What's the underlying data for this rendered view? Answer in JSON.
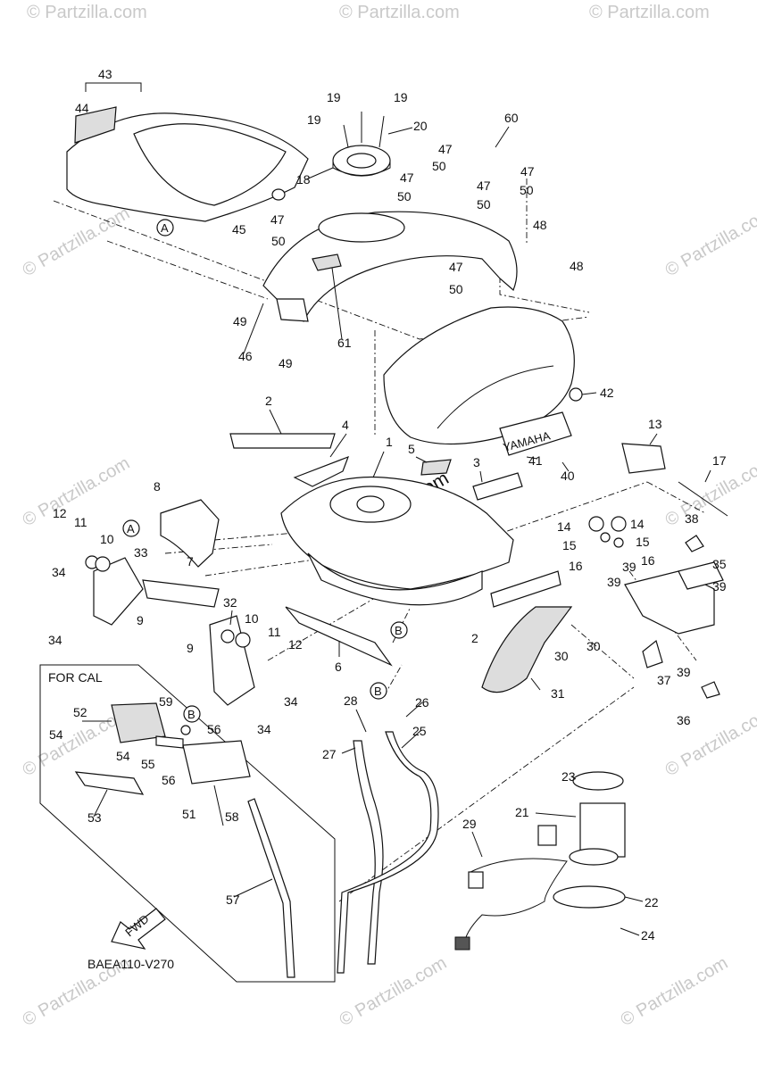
{
  "watermark": {
    "brand": "© Partzilla.com",
    "center_text": "Partzilla.com"
  },
  "cal_box": {
    "title": "FOR CAL"
  },
  "diagram_code": "BAEA110-V270",
  "fwd_arrow": {
    "text": "FWD"
  },
  "decal_text": "YAMAHA",
  "ref_markers": [
    "A",
    "B"
  ],
  "callouts": [
    "1",
    "2",
    "3",
    "4",
    "5",
    "6",
    "7",
    "8",
    "9",
    "10",
    "11",
    "12",
    "13",
    "14",
    "15",
    "16",
    "17",
    "19",
    "18",
    "20",
    "21",
    "22",
    "23",
    "24",
    "25",
    "26",
    "27",
    "28",
    "29",
    "30",
    "31",
    "32",
    "33",
    "34",
    "35",
    "36",
    "37",
    "38",
    "39",
    "40",
    "41",
    "42",
    "43",
    "44",
    "45",
    "46",
    "47",
    "48",
    "49",
    "50",
    "51",
    "52",
    "53",
    "54",
    "55",
    "56",
    "57",
    "58",
    "59",
    "60",
    "61"
  ]
}
